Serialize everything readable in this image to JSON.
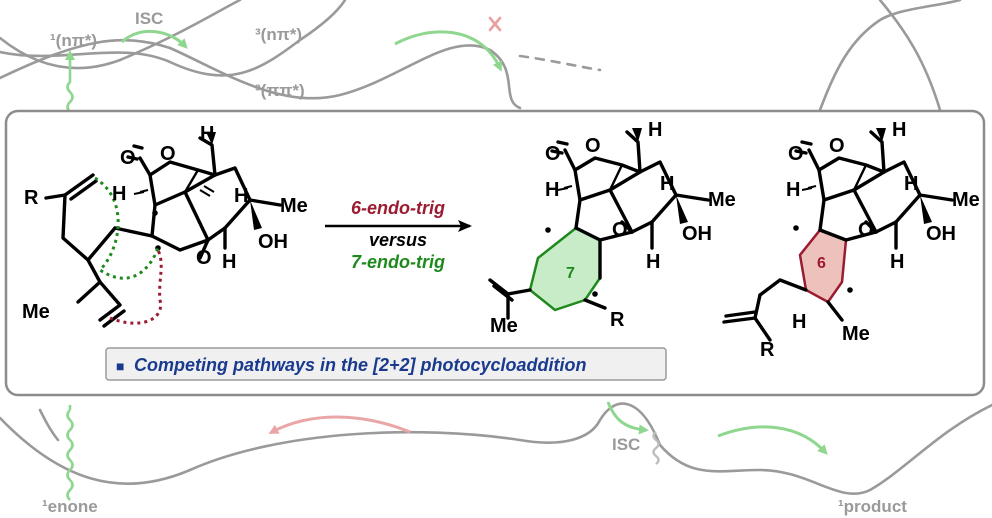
{
  "energy_diagram": {
    "labels": {
      "singlet_npi": "¹(nπ*)",
      "isc_top": "ISC",
      "triplet_npi": "³(nπ*)",
      "triplet_pipi": "³(ππ*)",
      "isc_bottom": "ISC",
      "enone": "¹enone",
      "product": "¹product"
    },
    "colors": {
      "curve": "#9a9a9a",
      "green_arrow": "#8fd68f",
      "red_arrow": "#eaa6a6",
      "cross": "#e8a0a0"
    }
  },
  "reaction": {
    "arrow_top": "6-endo-trig",
    "arrow_mid": "versus",
    "arrow_bottom": "7-endo-trig",
    "colors": {
      "six_endo": "#9b1b30",
      "seven_endo": "#1e8a1e",
      "ring7_fill": "#c8ecc8",
      "ring6_fill": "#eec2bc",
      "caption": "#1a3a8f"
    },
    "ring7_label": "7",
    "ring6_label": "6"
  },
  "atoms": {
    "R": "R",
    "Me": "Me",
    "H": "H",
    "O": "O",
    "OH": "OH"
  },
  "caption": {
    "bullet": "■",
    "text": "Competing pathways in the [2+2] photocycloaddition"
  }
}
